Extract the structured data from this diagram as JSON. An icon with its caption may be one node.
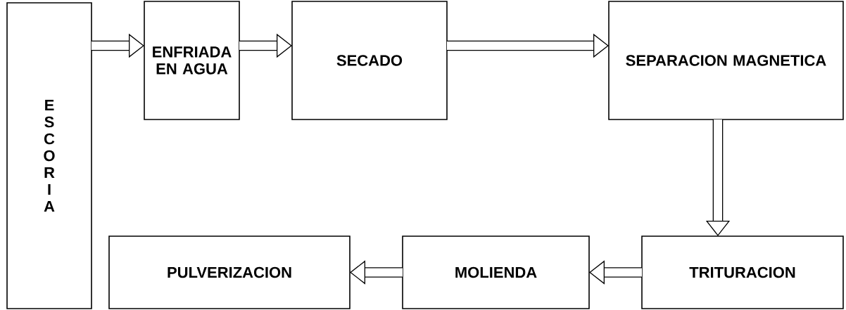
{
  "diagram": {
    "nodes": [
      {
        "text": [
          "E S C O R I A"
        ]
      },
      {
        "text": [
          "ENFRIADA EN AGUA"
        ]
      },
      {
        "text": [
          "SECADO"
        ]
      },
      {
        "text": [
          "SEPARACION MAGNETICA"
        ]
      },
      {
        "text": [
          "TRITURACION"
        ]
      },
      {
        "text": [
          "MOLIENDA"
        ]
      },
      {
        "text": [
          "PULVERIZACION"
        ]
      }
    ],
    "edges": [
      {
        "from": 0,
        "to": 1,
        "arrow": "to"
      },
      {
        "from": 1,
        "to": 2,
        "arrow": "to"
      },
      {
        "from": 2,
        "to": 3,
        "arrow": "to"
      },
      {
        "from": 3,
        "to": 4,
        "arrow": "to"
      },
      {
        "from": 4,
        "to": 5,
        "arrow": "to"
      },
      {
        "from": 5,
        "to": 6,
        "arrow": "to"
      }
    ]
  }
}
